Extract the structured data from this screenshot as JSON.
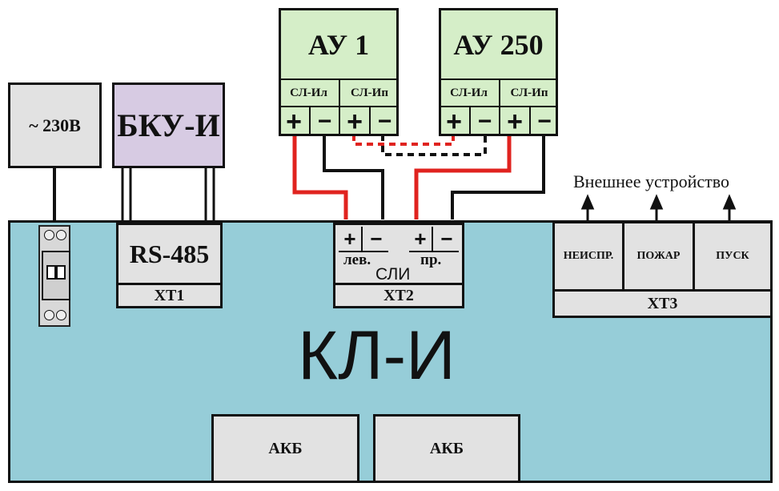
{
  "main_unit": {
    "label": "КЛ-И"
  },
  "power": {
    "label": "~ 230В"
  },
  "bku": {
    "label": "БКУ-И"
  },
  "rs485": {
    "label": "RS-485",
    "terminal": "XT1"
  },
  "sli": {
    "plus": "+",
    "minus": "−",
    "left_label": "лев.",
    "right_label": "пр.",
    "name": "СЛИ",
    "terminal": "XT2"
  },
  "devices": [
    {
      "title": "АУ 1",
      "left_label": "СЛ-Ил",
      "right_label": "СЛ-Ип",
      "plus": "+",
      "minus": "−"
    },
    {
      "title": "АУ 250",
      "left_label": "СЛ-Ил",
      "right_label": "СЛ-Ип",
      "plus": "+",
      "minus": "−"
    }
  ],
  "xt3": {
    "external_label": "Внешнее устройство",
    "outputs": [
      "НЕИСПР.",
      "ПОЖАР",
      "ПУСК"
    ],
    "terminal": "XT3"
  },
  "batteries": [
    "АКБ",
    "АКБ"
  ],
  "colors": {
    "body": "#96cdd8",
    "wire_red": "#e0231f",
    "wire_black": "#111111",
    "box_grey": "#e2e2e2",
    "box_green": "#d5eec8",
    "box_lilac": "#d7cbe3"
  }
}
